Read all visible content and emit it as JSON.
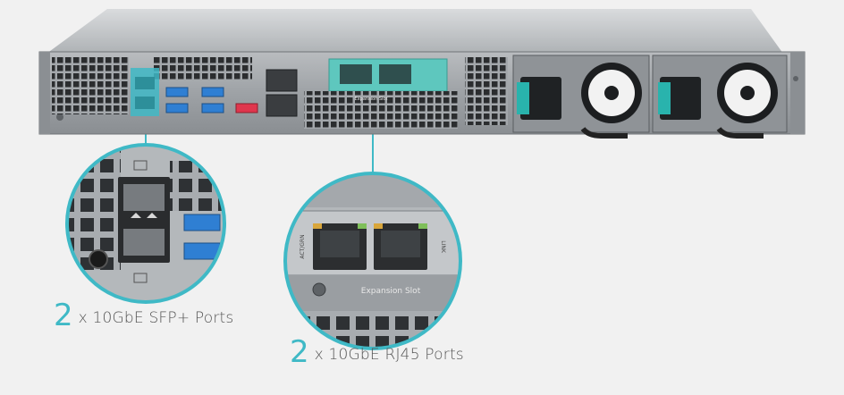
{
  "colors": {
    "accent": "#3fb9c6",
    "background": "#f1f1f1",
    "chassis": "#9a9ea2",
    "label_text": "#555555"
  },
  "device": {
    "expansion_slot_label": "Expansion Slot"
  },
  "callouts": {
    "sfp": {
      "count": "2",
      "text": "x 10GbE SFP+ Ports"
    },
    "rj45": {
      "count": "2",
      "text": "x 10GbE RJ45 Ports"
    }
  },
  "zoom_rj45": {
    "port_label_left": "ACT/GRN",
    "port_label_right": "LINK",
    "expansion_slot_label": "Expansion Slot"
  }
}
